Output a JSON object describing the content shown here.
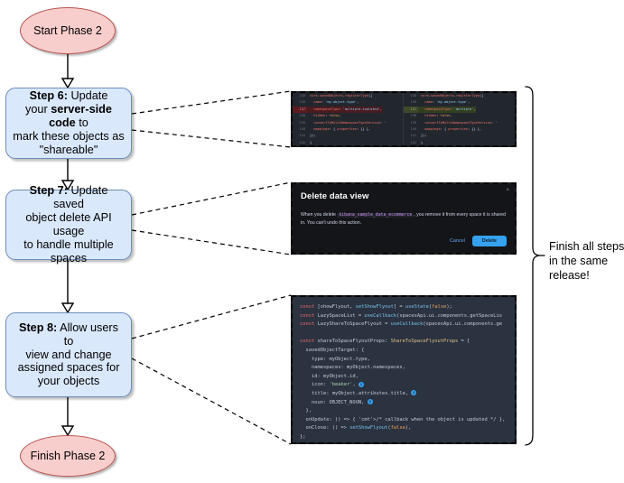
{
  "flow": {
    "start": {
      "label": "Start Phase 2"
    },
    "finish": {
      "label": "Finish Phase 2"
    },
    "steps": [
      {
        "id": "step-6",
        "strong": "Step 6:",
        "text_1": " Update",
        "text_2": "your ",
        "strong_2": "server-side code",
        "text_3": " to",
        "text_4": "mark these objects as",
        "text_5": "\"shareable\""
      },
      {
        "id": "step-7",
        "strong": "Step 7:",
        "text_1": " Update saved",
        "text_2": "object delete API usage",
        "text_3": "to handle multiple spaces"
      },
      {
        "id": "step-8",
        "strong": "Step 8:",
        "text_1": " Allow users to",
        "text_2": "view and change",
        "text_3": "assigned spaces for",
        "text_4": "your objects"
      }
    ],
    "side_note": "Finish all steps\nin the same\nrelease!"
  },
  "colors": {
    "terminal_fill": "#f8cecc",
    "terminal_stroke": "#b85450",
    "process_fill": "#dae8fc",
    "process_stroke": "#6c8ebf",
    "accent_blue": "#36a2ef",
    "diff_removed": "#4a1b1f",
    "diff_added": "#33401f"
  },
  "screenshots": {
    "diff": {
      "name": "code-diff-screenshot",
      "left": [
        {
          "num": "136",
          "type": "ctx",
          "code": "core.savedObjects.registerType({"
        },
        {
          "num": "136",
          "type": "ctx",
          "code": "  name: 'my-object-type',"
        },
        {
          "num": "137",
          "type": "rem",
          "code": "  namespaceType: 'multiple-isolated',"
        },
        {
          "num": "138",
          "type": "ctx",
          "code": "  hidden: false,"
        },
        {
          "num": "139",
          "type": "ctx",
          "code": "  convertToMultiNamespaceTypeVersion: '"
        },
        {
          "num": "140",
          "type": "ctx",
          "code": "  mappings: { properties: {} },"
        },
        {
          "num": "141",
          "type": "ctx",
          "code": "});"
        },
        {
          "num": "142",
          "type": "ctx",
          "code": "}"
        }
      ],
      "right": [
        {
          "num": "136",
          "type": "ctx",
          "code": "core.savedObjects.registerType({"
        },
        {
          "num": "136",
          "type": "ctx",
          "code": "  name: 'my-object-type',"
        },
        {
          "num": "137",
          "type": "add",
          "code": "  namespaceType: 'multiple',"
        },
        {
          "num": "138",
          "type": "ctx",
          "code": "  hidden: false,"
        },
        {
          "num": "139",
          "type": "ctx",
          "code": "  convertToMultiNamespaceTypeVersion: '"
        },
        {
          "num": "140",
          "type": "ctx",
          "code": "  mappings: { properties: {} },"
        },
        {
          "num": "141",
          "type": "ctx",
          "code": "});"
        },
        {
          "num": "142",
          "type": "ctx",
          "code": "}"
        }
      ]
    },
    "modal": {
      "name": "delete-data-view-modal",
      "title": "Delete data view",
      "close": "×",
      "body_1": "When you delete ",
      "body_code": "kibana_sample_data_ecommerce",
      "body_2": ", you remove it from every space it is shared in. You can't undo this action.",
      "cancel_label": "Cancel",
      "delete_label": "Delete"
    },
    "code": {
      "name": "share-to-space-flyout-code-screenshot",
      "lines": [
        "const [showFlyout, setShowFlyout] = useState(false);",
        "const LazySpaceList = useCallback(spacesApi.ui.components.getSpaceLis",
        "const LazyShareToSpaceFlyout = useCallback(spacesApi.ui.components.ge",
        "",
        "const shareToSpaceFlyoutProps: ShareToSpaceFlyoutProps = {",
        "  savedObjectTarget: {",
        "    type: myObject.type,",
        "    namespaces: myObject.namespaces,",
        "    id: myObject.id,",
        "    icon: 'beaker',",
        "    title: myObject.attributes.title,",
        "    noun: OBJECT_NOUN,",
        "  },",
        "  onUpdate: () => { /* callback when the object is updated */ },",
        "  onClose: () => setShowFlyout(false),",
        "};"
      ],
      "badges": [
        "1",
        "2",
        "3"
      ]
    }
  }
}
